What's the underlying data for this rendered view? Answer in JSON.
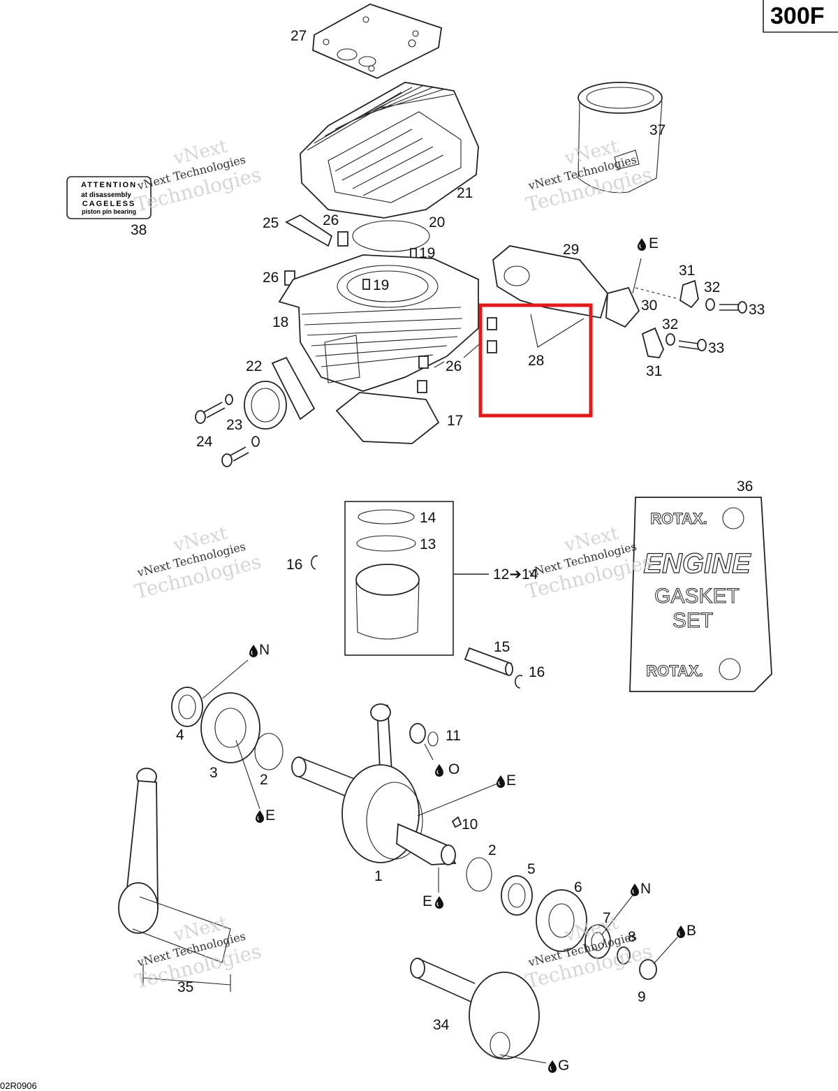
{
  "page_code": "300F",
  "drawing_number": "02R0906",
  "watermark": {
    "line1": "vNext",
    "line2": "vNext Technologies",
    "line3": "Technologies"
  },
  "decal_38": {
    "l1": "ATTENTION",
    "l2": "at disassembly",
    "l3": "CAGELESS",
    "l4": "piston pin bearing"
  },
  "gasket_kit": {
    "brand": "ROTAX.",
    "l1": "ENGINE",
    "l2": "GASKET",
    "l3": "SET"
  },
  "labels": {
    "p27": "27",
    "p37": "37",
    "p21": "21",
    "p38": "38",
    "p25": "25",
    "p26a": "26",
    "p20": "20",
    "p19a": "19",
    "p26b": "26",
    "p19b": "19",
    "p18": "18",
    "p29": "29",
    "p31a": "31",
    "p32a": "32",
    "p33a": "33",
    "p30": "30",
    "p32b": "32",
    "p33b": "33",
    "p28": "28",
    "p26c": "26",
    "p31b": "31",
    "p22": "22",
    "p23": "23",
    "p24": "24",
    "p17": "17",
    "p36": "36",
    "p14": "14",
    "p13": "13",
    "p16a": "16",
    "p12": "12➔14",
    "p15": "15",
    "p16b": "16",
    "p4": "4",
    "p3": "3",
    "p2a": "2",
    "p11": "11",
    "p10": "10",
    "p1": "1",
    "p2b": "2",
    "p5": "5",
    "p6": "6",
    "p7": "7",
    "p8": "8",
    "p9": "9",
    "p35": "35",
    "p34": "34"
  },
  "lube": {
    "e1": "E",
    "n1": "N",
    "o1": "O",
    "e2": "E",
    "e3": "E",
    "e4": "E",
    "n2": "N",
    "b1": "B",
    "g1": "G"
  },
  "highlight_color": "#e01b1b"
}
